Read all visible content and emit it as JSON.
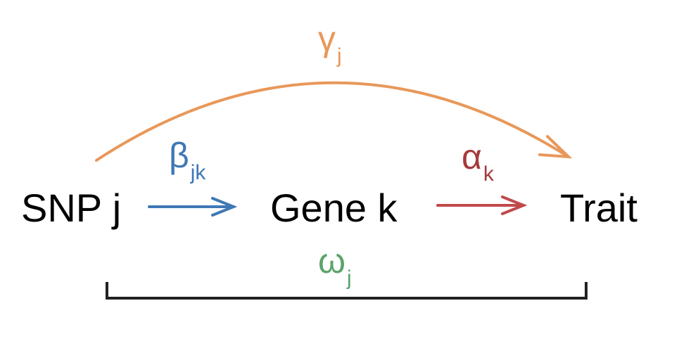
{
  "nodes": {
    "snp": "SNP j",
    "gene": "Gene k",
    "trait": "Trait"
  },
  "symbols": {
    "gamma": {
      "main": "γ",
      "sub": "j",
      "color": "#E8985A"
    },
    "beta": {
      "main": "β",
      "sub": "jk",
      "color": "#3F78B5"
    },
    "alpha": {
      "main": "α",
      "sub": "k",
      "color": "#A63A3A"
    },
    "omega": {
      "main": "ω",
      "sub": "j",
      "color": "#5BA46A"
    }
  },
  "colors": {
    "gamma_arc": "#E8985A",
    "beta_arrow": "#3F78B5",
    "alpha_arrow": "#C04A4A",
    "bracket": "#222222"
  }
}
